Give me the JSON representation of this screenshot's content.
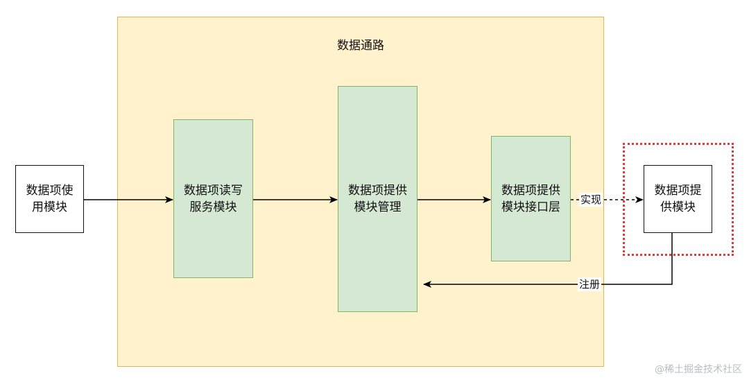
{
  "container": {
    "title": "数据通路",
    "fill": "#fff2cc",
    "stroke": "#d6b656"
  },
  "nodes": {
    "user_module": "数据项使用模块",
    "rw_service": "数据项读写服务模块",
    "provider_manager": "数据项提供模块管理",
    "provider_interface": "数据项提供模块接口层",
    "provider_module": "数据项提供模块"
  },
  "edges": {
    "implements": "实现",
    "registers": "注册"
  },
  "colors": {
    "green_fill": "#d5e8d4",
    "green_stroke": "#82b366",
    "selection": "#e03a3a"
  },
  "watermark": "@稀土掘金技术社区"
}
